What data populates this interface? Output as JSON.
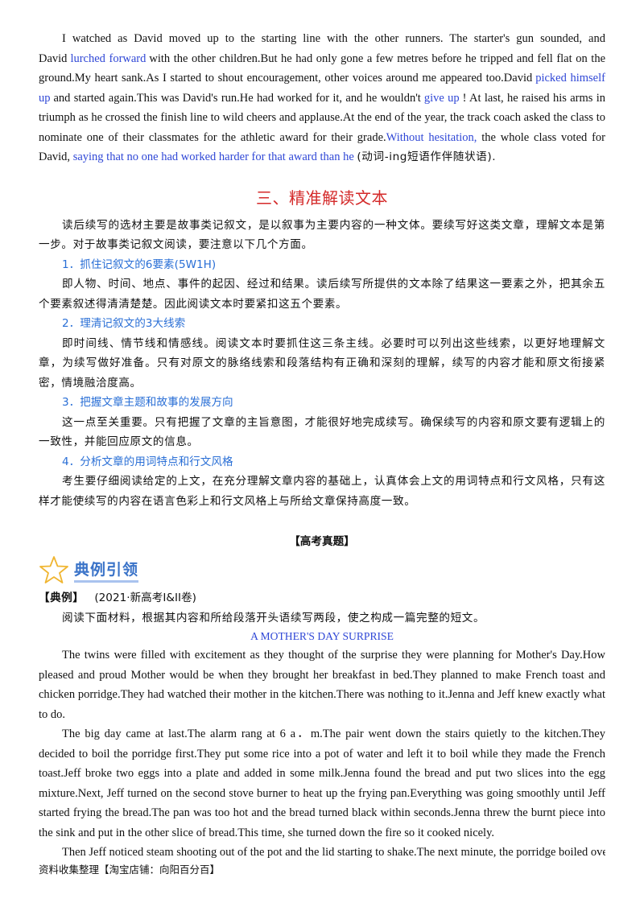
{
  "intro": {
    "t1": "I watched as David moved up to the starting line with the other runners. The starter's gun sounded, and David",
    "b1": "lurched forward",
    "t2": "with the other children.But he had only gone a few metres before he tripped and fell flat on the ground.My heart sank.As I started to shout encouragement, other voices around me appeared too.David",
    "b2": "picked himself up",
    "t3": "and started again.This was David's run.He had worked for it, and he wouldn't",
    "b3": "give up",
    "t4": "! At last, he raised his arms in triumph as he crossed the finish line to wild cheers and applause.At the end of the year, the track coach asked the class to nominate one of their classmates for the athletic award for their grade.",
    "b4": "Without hesitation,",
    "t5": "the whole class voted for David,",
    "b5": "saying that no one had worked harder for that award than he",
    "t6": "(动词-ing短语作伴随状语)."
  },
  "section": {
    "title": "三、精准解读文本",
    "intro": "读后续写的选材主要是故事类记叙文，是以叙事为主要内容的一种文体。要续写好这类文章，理解文本是第一步。对于故事类记叙文阅读，要注意以下几个方面。",
    "items": [
      {
        "heading": "1．抓住记叙文的6要素(5W1H)",
        "body": "即人物、时间、地点、事件的起因、经过和结果。读后续写所提供的文本除了结果这一要素之外，把其余五个要素叙述得清清楚楚。因此阅读文本时要紧扣这五个要素。"
      },
      {
        "heading": "2．理清记叙文的3大线索",
        "body": "即时间线、情节线和情感线。阅读文本时要抓住这三条主线。必要时可以列出这些线索，以更好地理解文章，为续写做好准备。只有对原文的脉络线索和段落结构有正确和深刻的理解，续写的内容才能和原文衔接紧密，情境融洽度高。"
      },
      {
        "heading": "3．把握文章主题和故事的发展方向",
        "body": "这一点至关重要。只有把握了文章的主旨意图，才能很好地完成续写。确保续写的内容和原文要有逻辑上的一致性，并能回应原文的信息。"
      },
      {
        "heading": "4．分析文章的用词特点和行文风格",
        "body": "考生要仔细阅读给定的上文，在充分理解文章内容的基础上，认真体会上文的用词特点和行文风格，只有这样才能使续写的内容在语言色彩上和行文风格上与所给文章保持高度一致。"
      }
    ]
  },
  "gaokao_label": "【高考真题】",
  "banner": {
    "text": "典例引领",
    "icon": "star-icon",
    "color": "#3a73c8"
  },
  "example": {
    "label": "【典例】",
    "source": "(2021·新高考Ⅰ&II卷)",
    "instruction": "阅读下面材料，根据其内容和所给段落开头语续写两段，使之构成一篇完整的短文。",
    "story_title": "A MOTHER'S DAY SURPRISE",
    "paragraphs": [
      "The twins were filled with excitement as they thought of the surprise they were planning for Mother's Day.How pleased and proud Mother would be when they brought her breakfast in bed.They planned to make French toast and chicken porridge.They had watched their mother in the kitchen.There was nothing to it.Jenna and Jeff knew exactly what to do.",
      "The big day came at last.The alarm rang at 6 a．m.The pair went down the stairs quietly to the kitchen.They decided to boil the porridge first.They put some rice into a pot of water and left it to boil while they made the French toast.Jeff broke two eggs into a plate and added in some milk.Jenna found the bread and put two slices into the egg mixture.Next, Jeff turned on the second stove burner to heat up the frying pan.Everything was going smoothly until Jeff started frying the bread.The pan was too hot and the bread turned black within seconds.Jenna threw the burnt piece into the sink and put in the other slice of bread.This time, she turned down the fire so it cooked nicely.",
      "Then Jeff noticed steam shooting out of the pot and the lid starting to shake.The next minute, the porridge boiled over"
    ]
  },
  "footer": "资料收集整理【淘宝店铺：向阳百分百】"
}
